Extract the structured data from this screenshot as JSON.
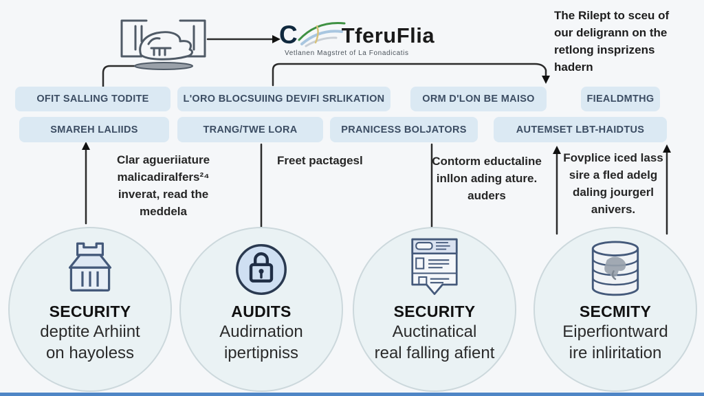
{
  "colors": {
    "background": "#f5f7f9",
    "pill_fill": "#dbe9f3",
    "pill_text": "#3c4d63",
    "circle_fill": "#eaf2f4",
    "circle_border": "#ccd8dc",
    "connector": "#2b2b2b",
    "accent_bar": "#4f86c6",
    "icon_stroke": "#44597a",
    "swoosh_green": "#3f9143",
    "swoosh_blue": "#a8c6e0"
  },
  "header": {
    "logo": {
      "c": "C",
      "name": "TferuFlia",
      "tagline": "Vetlanen Magstret of La Fonadicatis"
    },
    "note": {
      "lines": [
        "The Rilept to sceu of",
        "our deligrann on the",
        "retlong insprizens",
        "hadern"
      ]
    }
  },
  "rows": {
    "top": [
      {
        "label": "OFIT SALLING TODITE"
      },
      {
        "label": "L'ORO BLOCSUIING DEVIFI SRLIKATION"
      },
      {
        "label": "ORM D'LON BE MAISO"
      },
      {
        "label": "FIEALDMTHG"
      }
    ],
    "bottom": [
      {
        "label": "SMAREH LALIIDS"
      },
      {
        "label": "TRANG/TWE LORA"
      },
      {
        "label": "PRANICESS BOLJATORS"
      },
      {
        "label": "AUTEMSET LBT-HAIDTUS"
      }
    ]
  },
  "columns": [
    {
      "lines": [
        "Clar agueriiature",
        "malicadiralfers²⁴",
        "inverat, read the",
        "meddela"
      ]
    },
    {
      "lines": [
        "Freet pactagesl"
      ]
    },
    {
      "lines": [
        "Contorm eductaline",
        "inllon ading ature.",
        "auders"
      ]
    },
    {
      "lines": [
        "Fovplice iced lass",
        "sire a fled adelg",
        "daling jourgerl",
        "anivers."
      ]
    }
  ],
  "circles": [
    {
      "icon": "bank-icon",
      "title": "SECURITY",
      "lines": [
        "deptite Arhiint",
        "on hayoless"
      ]
    },
    {
      "icon": "lock-icon",
      "title": "AUDITS",
      "lines": [
        "Audirnation",
        "ipertipniss"
      ]
    },
    {
      "icon": "document-icon",
      "title": "SECURITY",
      "lines": [
        "Auctinatical",
        "real falling afient"
      ]
    },
    {
      "icon": "database-icon",
      "title": "SECMITY",
      "lines": [
        "Eiperfiontward",
        "ire inliritation"
      ]
    }
  ]
}
